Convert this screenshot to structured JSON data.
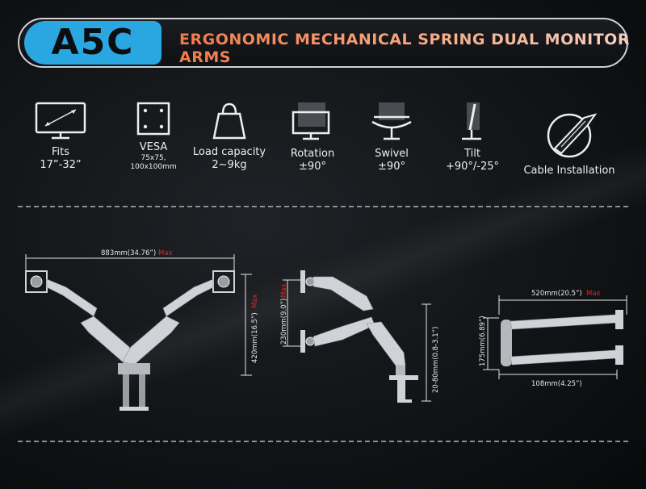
{
  "header": {
    "model": "A5C",
    "title": "ERGONOMIC MECHANICAL SPRING DUAL MONITOR ARMS"
  },
  "features": [
    {
      "icon": "monitor-icon",
      "line1": "Fits",
      "line2": "17”-32”"
    },
    {
      "icon": "vesa-plate-icon",
      "line1": "VESA",
      "line2": "75x75,",
      "line3": "100x100mm"
    },
    {
      "icon": "weight-icon",
      "line1": "Load capacity",
      "line2": "2~9kg"
    },
    {
      "icon": "rotation-icon",
      "line1": "Rotation",
      "line2": "±90°"
    },
    {
      "icon": "swivel-icon",
      "line1": "Swivel",
      "line2": "±90°"
    },
    {
      "icon": "tilt-icon",
      "line1": "Tilt",
      "line2": "+90°/-25°"
    },
    {
      "icon": "cable-management-icon",
      "line1": "Cable Installation"
    }
  ],
  "dimensions": {
    "front_width": "883mm(34.76”)",
    "front_height": "420mm(16.5”)",
    "max_label": "Max",
    "side_height": "230mm(9.0”)",
    "clamp_range": "20-80mm(0.8-3.1”)",
    "top_width": "520mm(20.5”)",
    "top_depth": "175mm(6.89”)",
    "top_base": "108mm(4.25”)"
  },
  "colors": {
    "badge": "#2aa7e0",
    "title_gradient_start": "#f07a4a",
    "max_red": "#e02424"
  }
}
